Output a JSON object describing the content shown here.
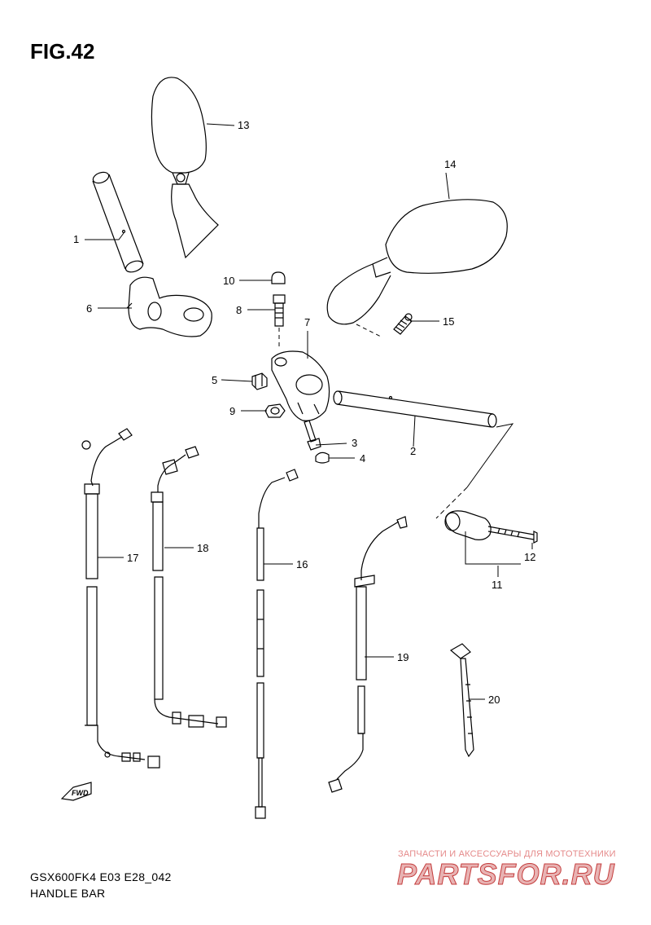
{
  "figure": {
    "title": "FIG.42",
    "model_code": "GSX600FK4 E03 E28_042",
    "caption": "HANDLE BAR",
    "direction_mark": "FWD"
  },
  "callouts": [
    {
      "id": "c1",
      "text": "1"
    },
    {
      "id": "c2",
      "text": "2"
    },
    {
      "id": "c3",
      "text": "3"
    },
    {
      "id": "c4",
      "text": "4"
    },
    {
      "id": "c5",
      "text": "5"
    },
    {
      "id": "c6",
      "text": "6"
    },
    {
      "id": "c7",
      "text": "7"
    },
    {
      "id": "c8",
      "text": "8"
    },
    {
      "id": "c9",
      "text": "9"
    },
    {
      "id": "c10",
      "text": "10"
    },
    {
      "id": "c11",
      "text": "11"
    },
    {
      "id": "c12",
      "text": "12"
    },
    {
      "id": "c13",
      "text": "13"
    },
    {
      "id": "c14",
      "text": "14"
    },
    {
      "id": "c15",
      "text": "15"
    },
    {
      "id": "c16",
      "text": "16"
    },
    {
      "id": "c17",
      "text": "17"
    },
    {
      "id": "c18",
      "text": "18"
    },
    {
      "id": "c19",
      "text": "19"
    },
    {
      "id": "c20",
      "text": "20"
    }
  ],
  "watermark": {
    "tagline": "ЗАПЧАСТИ И АКСЕССУАРЫ ДЛЯ МОТОТЕХНИКИ",
    "brand": "PARTSFOR.RU",
    "colors": {
      "fill": "#e8b3b3",
      "outline": "#c43c3c"
    }
  }
}
